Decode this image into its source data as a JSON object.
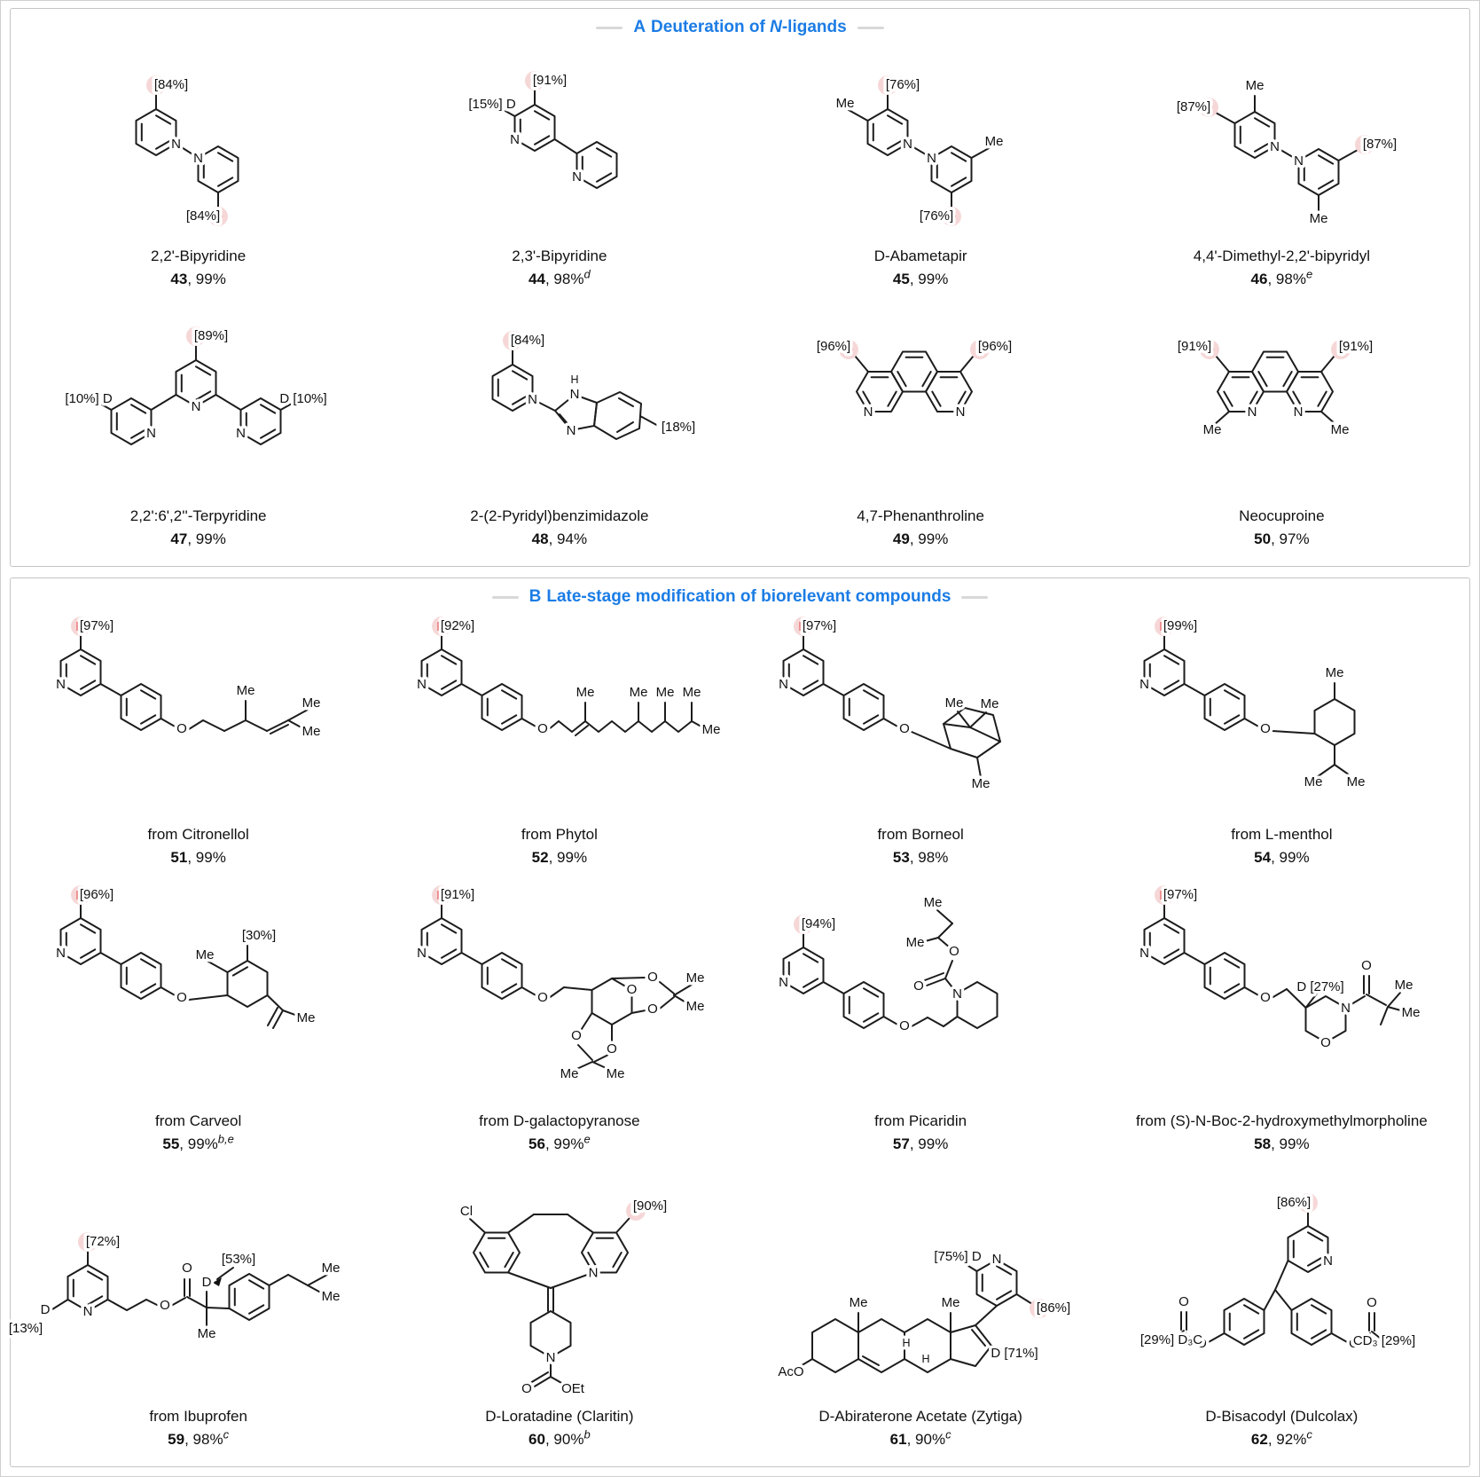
{
  "meta": {
    "accent": "#1b7ce5",
    "d_red": "#dd1717",
    "d_bg": "#f6d7d7"
  },
  "sym": {
    "N": "N",
    "O": "O",
    "D": "D",
    "H": "H",
    "Me": "Me",
    "Cl": "Cl",
    "AcO": "AcO",
    "OEt": "OEt"
  },
  "sections": {
    "a": {
      "prefix": "A",
      "pre": "Deuteration of ",
      "it": "N",
      "post": "-ligands"
    },
    "b": {
      "prefix": "B",
      "pre": "Late-stage modification of biorelevant compounds",
      "it": "",
      "post": ""
    }
  },
  "compounds": {
    "c43": {
      "name": "2,2'-Bipyridine",
      "num": "43",
      "res": ", 99%",
      "sup": "",
      "p1": "[84%]",
      "p2": "[84%]"
    },
    "c44": {
      "name": "2,3'-Bipyridine",
      "num": "44",
      "res": ", 98%",
      "sup": "d",
      "p1": "[91%]",
      "p2": "[15%] D"
    },
    "c45": {
      "name": "D-Abametapir",
      "num": "45",
      "res": ", 99%",
      "sup": "",
      "p1": "[76%]",
      "p2": "[76%]"
    },
    "c46": {
      "name": "4,4'-Dimethyl-2,2'-bipyridyl",
      "num": "46",
      "res": ", 98%",
      "sup": "e",
      "p1": "[87%]",
      "p2": "[87%]"
    },
    "c47": {
      "name": "2,2':6',2''-Terpyridine",
      "num": "47",
      "res": ", 99%",
      "sup": "",
      "p1": "[89%]",
      "p2": "[10%] D",
      "p3": "D [10%]"
    },
    "c48": {
      "name": "2-(2-Pyridyl)benzimidazole",
      "num": "48",
      "res": ", 94%",
      "sup": "",
      "p1": "[84%]",
      "p2": "[18%]"
    },
    "c49": {
      "name": "4,7-Phenanthroline",
      "num": "49",
      "res": ", 99%",
      "sup": "",
      "p1": "[96%]",
      "p2": "[96%]"
    },
    "c50": {
      "name": "Neocuproine",
      "num": "50",
      "res": ", 97%",
      "sup": "",
      "p1": "[91%]",
      "p2": "[91%]"
    },
    "c51": {
      "name": "from Citronellol",
      "num": "51",
      "res": ", 99%",
      "sup": "",
      "p1": "[97%]"
    },
    "c52": {
      "name": "from Phytol",
      "num": "52",
      "res": ", 99%",
      "sup": "",
      "p1": "[92%]"
    },
    "c53": {
      "name": "from Borneol",
      "num": "53",
      "res": ", 98%",
      "sup": "",
      "p1": "[97%]"
    },
    "c54": {
      "name": "from L-menthol",
      "num": "54",
      "res": ", 99%",
      "sup": "",
      "p1": "[99%]"
    },
    "c55": {
      "name": "from Carveol",
      "num": "55",
      "res": ", 99%",
      "sup": "b,e",
      "p1": "[96%]",
      "p2": "[30%]"
    },
    "c56": {
      "name": "from D-galactopyranose",
      "num": "56",
      "res": ", 99%",
      "sup": "e",
      "p1": "[91%]"
    },
    "c57": {
      "name": "from Picaridin",
      "num": "57",
      "res": ", 99%",
      "sup": "",
      "p1": "[94%]"
    },
    "c58": {
      "name": "from (S)-N-Boc-2-hydroxymethylmorpholine",
      "num": "58",
      "res": ", 99%",
      "sup": "",
      "p1": "[97%]",
      "p2": "D [27%]"
    },
    "c59": {
      "name": "from Ibuprofen",
      "num": "59",
      "res": ", 98%",
      "sup": "c",
      "p1": "[72%]",
      "p2": "[13%]",
      "p3": "[53%]"
    },
    "c60": {
      "name": "D-Loratadine (Claritin)",
      "num": "60",
      "res": ", 90%",
      "sup": "b",
      "p1": "[90%]"
    },
    "c61": {
      "name": "D-Abiraterone Acetate (Zytiga)",
      "num": "61",
      "res": ", 90%",
      "sup": "c",
      "p1": "[75%] D",
      "p2": "[86%]",
      "p3": "D [71%]"
    },
    "c62": {
      "name": "D-Bisacodyl (Dulcolax)",
      "num": "62",
      "res": ", 92%",
      "sup": "c",
      "p1": "[86%]",
      "p2": "[29%] D₃C",
      "p3": "CD₃ [29%]"
    }
  }
}
